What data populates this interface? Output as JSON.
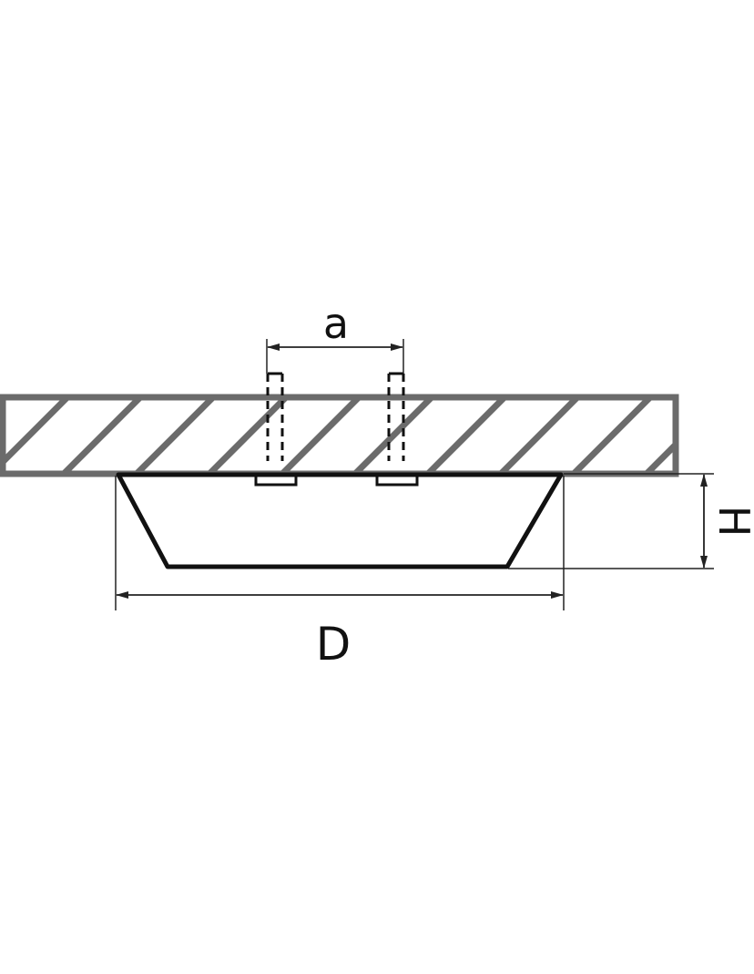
{
  "labels": {
    "a": "a",
    "D": "D",
    "H": "H"
  },
  "colors": {
    "mount_plate": "#6b6b6b",
    "fixture": "#111111",
    "dimension_line": "#222222",
    "background": "#ffffff"
  }
}
